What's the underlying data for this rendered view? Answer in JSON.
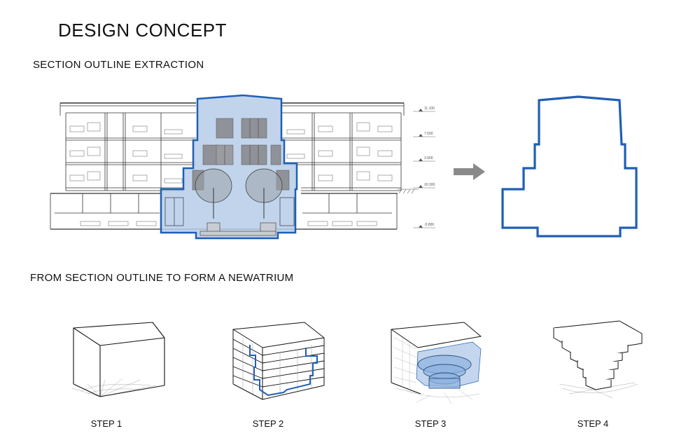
{
  "title": "DESIGN CONCEPT",
  "section_outline_heading": "SECTION OUTLINE EXTRACTION",
  "atrium_heading": "FROM SECTION OUTLINE TO FORM A NEWATRIUM",
  "level_marks": [
    "11.100",
    "7.500",
    "3.900",
    "±0.300",
    "-5.800"
  ],
  "steps": [
    "STEP 1",
    "STEP 2",
    "STEP 3",
    "STEP 4"
  ],
  "colors": {
    "accent_blue": "#1f5fb4",
    "atrium_fill": "#b6cde8",
    "arrow": "#8a8a8a"
  }
}
